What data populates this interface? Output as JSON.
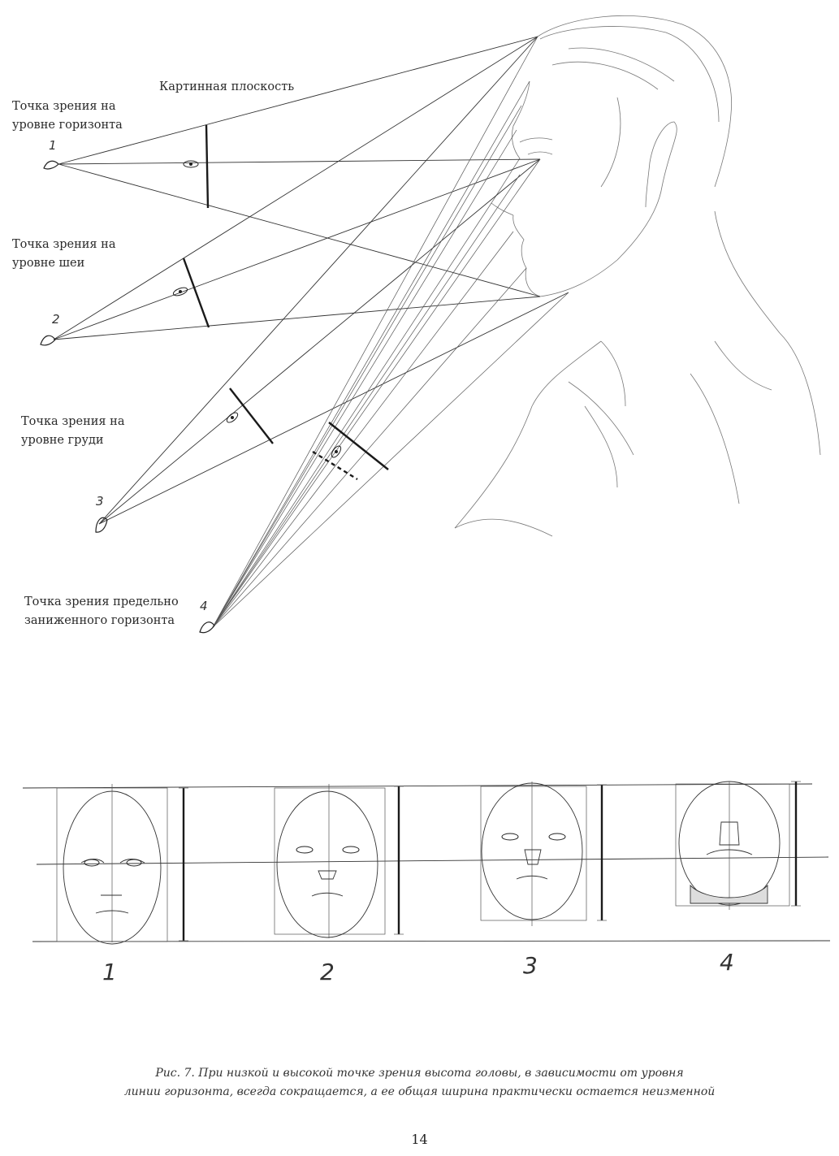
{
  "top_diagram": {
    "picture_plane_label": "Картинная плоскость",
    "viewpoints": [
      {
        "number": "1",
        "label_line1": "Точка зрения на",
        "label_line2": "уровне горизонта"
      },
      {
        "number": "2",
        "label_line1": "Точка зрения на",
        "label_line2": "уровне шеи"
      },
      {
        "number": "3",
        "label_line1": "Точка зрения на",
        "label_line2": "уровне груди"
      },
      {
        "number": "4",
        "label_line1": "Точка зрения предельно",
        "label_line2": "заниженного горизонта"
      }
    ]
  },
  "bottom_diagram": {
    "heads": [
      {
        "number": "1"
      },
      {
        "number": "2"
      },
      {
        "number": "3"
      },
      {
        "number": "4"
      }
    ]
  },
  "caption": {
    "line1": "Рис. 7. При низкой и высокой точке зрения высота головы, в зависимости от уровня",
    "line2": "линии горизонта, всегда сокращается, а ее общая ширина практически остается неизменной"
  },
  "page_number": "14"
}
